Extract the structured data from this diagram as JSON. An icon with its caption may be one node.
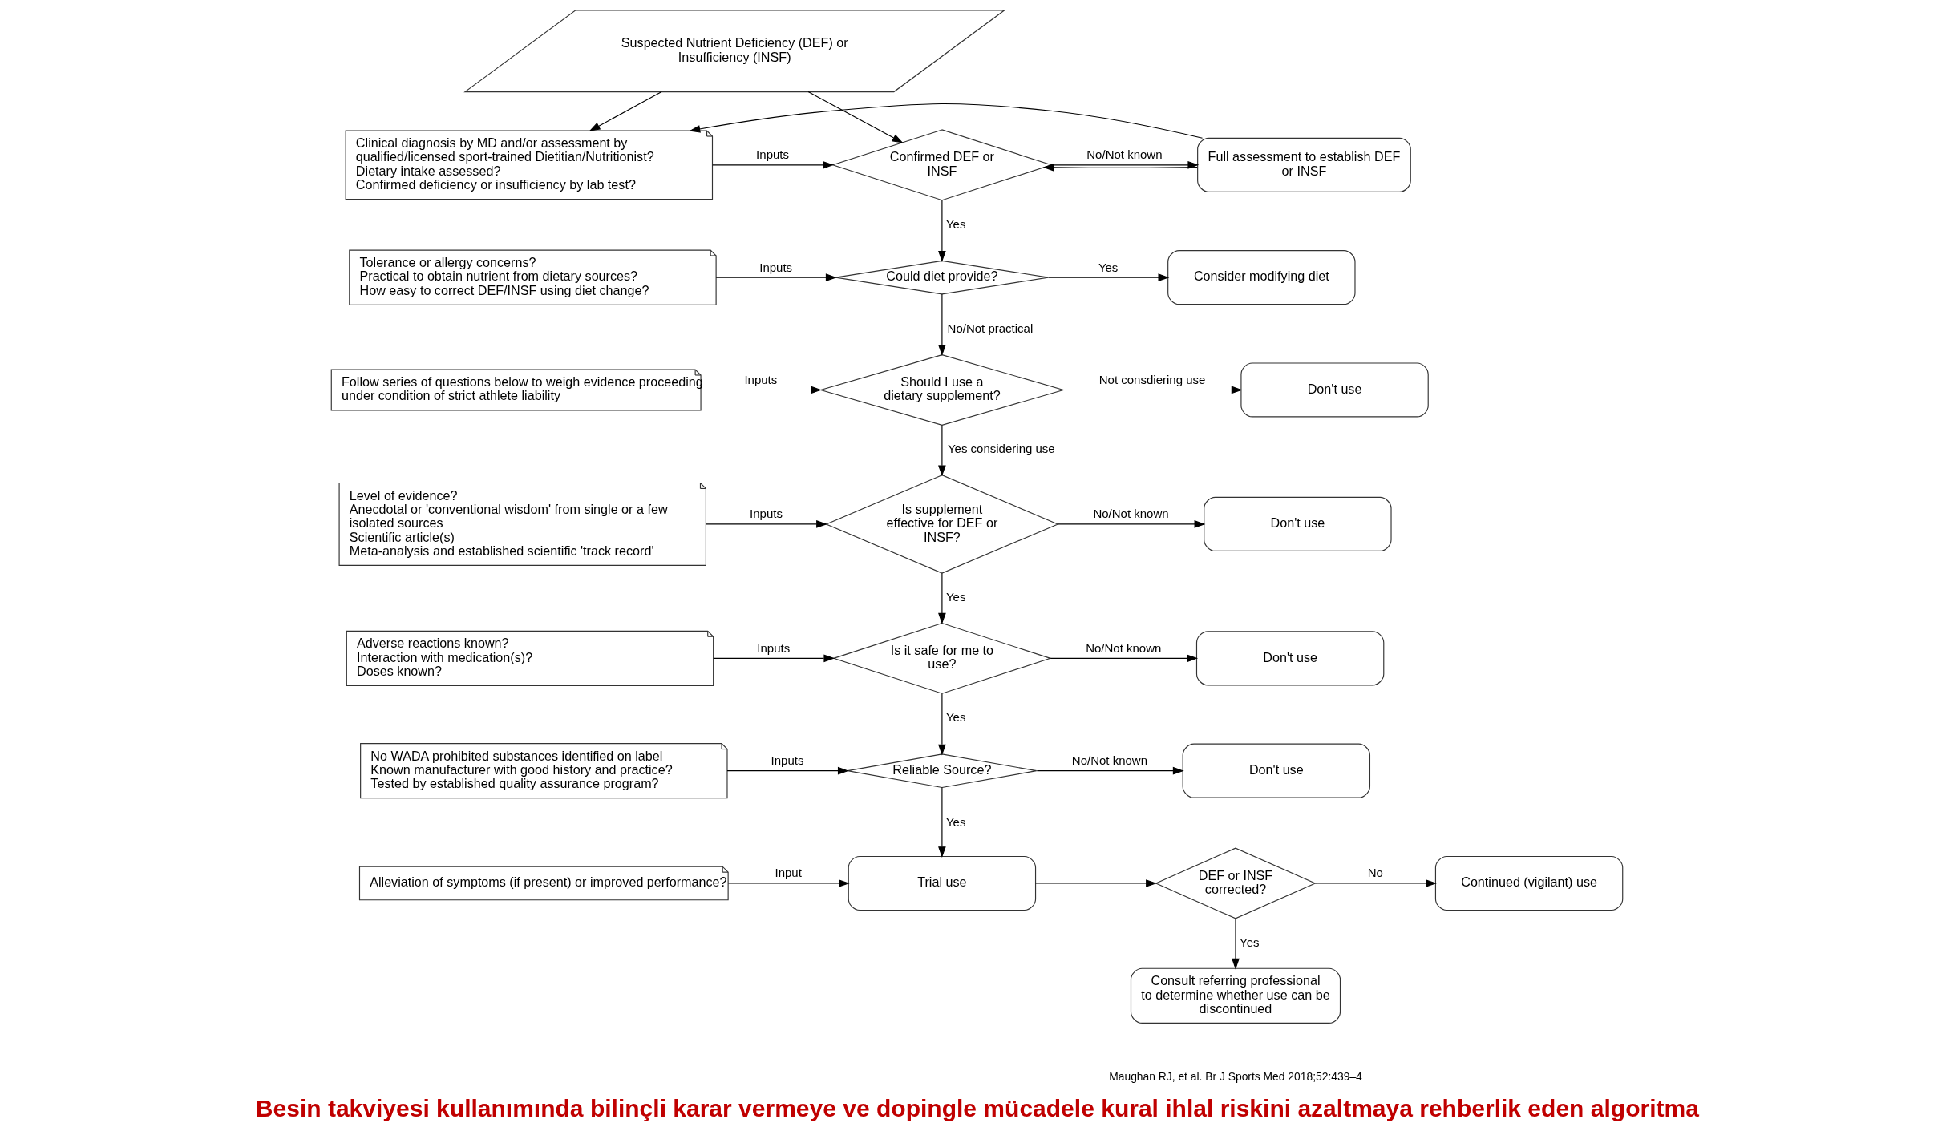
{
  "diagram": {
    "caption": "Besin takviyesi kullanımında bilinçli karar vermeye ve dopingle mücadele kural ihlal riskini azaltmaya rehberlik eden algoritma",
    "nodes": [
      {
        "text": [
          "Suspected Nutrient Deficiency (DEF) or Insufficiency (INSF)"
        ]
      },
      {
        "text": [
          "Clinical diagnosis by MD and/or assessment by qualified/licensed sport-trained Dietitian/Nutritionist?",
          "Dietary intake assessed?",
          "Confirmed deficiency or insufficiency by lab test?"
        ]
      },
      {
        "text": [
          "Confirmed DEF or INSF"
        ]
      },
      {
        "text": [
          "Full assessment to establish DEF or INSF"
        ]
      },
      {
        "text": [
          "Tolerance or allergy concerns?",
          "Practical to obtain nutrient from dietary sources?",
          "How easy to correct DEF/INSF using diet change?"
        ]
      },
      {
        "text": [
          "Could diet provide?"
        ]
      },
      {
        "text": [
          "Consider modifying diet"
        ]
      },
      {
        "text": [
          "Follow series of questions below to weigh evidence proceeding under condition of strict athlete liability"
        ]
      },
      {
        "text": [
          "Should I use a dietary supplement?"
        ]
      },
      {
        "text": [
          "Don't use"
        ]
      },
      {
        "text": [
          "Level of evidence?",
          "Anecdotal or 'conventional wisdom' from single or a few isolated sources",
          "Scientific article(s)",
          "Meta-analysis and established scientific 'track record'"
        ]
      },
      {
        "text": [
          "Is supplement effective for DEF or INSF?"
        ]
      },
      {
        "text": [
          "Don't use"
        ]
      },
      {
        "text": [
          "Adverse reactions known?",
          "Interaction with medication(s)?",
          "Doses known?"
        ]
      },
      {
        "text": [
          "Is it safe for me to use?"
        ]
      },
      {
        "text": [
          "Don't use"
        ]
      },
      {
        "text": [
          "No WADA prohibited substances identified on label",
          "Known manufacturer with good history and practice?",
          "Tested by established quality assurance program?"
        ]
      },
      {
        "text": [
          "Reliable Source?"
        ]
      },
      {
        "text": [
          "Don't use"
        ]
      },
      {
        "text": [
          "Alleviation of symptoms (if present) or improved performance?"
        ]
      },
      {
        "text": [
          "Trial use"
        ]
      },
      {
        "text": [
          "DEF or INSF corrected?"
        ]
      },
      {
        "text": [
          "Continued (vigilant) use"
        ]
      },
      {
        "text": [
          "Consult referring professional to determine whether use can be discontinued"
        ]
      }
    ],
    "edges": [
      {
        "from": 0,
        "to": 1,
        "arrow": "to"
      },
      {
        "from": 0,
        "to": 2,
        "arrow": "to"
      },
      {
        "from": 3,
        "to": 1,
        "arrow": "to"
      },
      {
        "from": 3,
        "to": 2,
        "arrow": "to"
      },
      {
        "from": 1,
        "to": 2,
        "arrow": "to",
        "label": "Inputs"
      },
      {
        "from": 2,
        "to": 3,
        "arrow": "to",
        "label": "No/Not known"
      },
      {
        "from": 2,
        "to": 5,
        "arrow": "to",
        "label": "Yes"
      },
      {
        "from": 4,
        "to": 5,
        "arrow": "to",
        "label": "Inputs"
      },
      {
        "from": 5,
        "to": 6,
        "arrow": "to",
        "label": "Yes"
      },
      {
        "from": 5,
        "to": 8,
        "arrow": "to",
        "label": "No/Not practical"
      },
      {
        "from": 7,
        "to": 8,
        "arrow": "to",
        "label": "Inputs"
      },
      {
        "from": 8,
        "to": 9,
        "arrow": "to",
        "label": "Not consdiering use"
      },
      {
        "from": 8,
        "to": 11,
        "arrow": "to",
        "label": "Yes considering use"
      },
      {
        "from": 10,
        "to": 11,
        "arrow": "to",
        "label": "Inputs"
      },
      {
        "from": 11,
        "to": 12,
        "arrow": "to",
        "label": "No/Not known"
      },
      {
        "from": 11,
        "to": 14,
        "arrow": "to",
        "label": "Yes"
      },
      {
        "from": 13,
        "to": 14,
        "arrow": "to",
        "label": "Inputs"
      },
      {
        "from": 14,
        "to": 15,
        "arrow": "to",
        "label": "No/Not known"
      },
      {
        "from": 14,
        "to": 17,
        "arrow": "to",
        "label": "Yes"
      },
      {
        "from": 16,
        "to": 17,
        "arrow": "to",
        "label": "Inputs"
      },
      {
        "from": 17,
        "to": 18,
        "arrow": "to",
        "label": "No/Not known"
      },
      {
        "from": 17,
        "to": 20,
        "arrow": "to",
        "label": "Yes"
      },
      {
        "from": 19,
        "to": 20,
        "arrow": "to",
        "label": "Input"
      },
      {
        "from": 20,
        "to": 21,
        "arrow": "to"
      },
      {
        "from": 21,
        "to": 22,
        "arrow": "to",
        "label": "No"
      },
      {
        "from": 21,
        "to": 23,
        "arrow": "to",
        "label": "Yes"
      }
    ],
    "labels": [
      "Maughan RJ, et al. Br J Sports Med 2018;52:439–4"
    ]
  }
}
